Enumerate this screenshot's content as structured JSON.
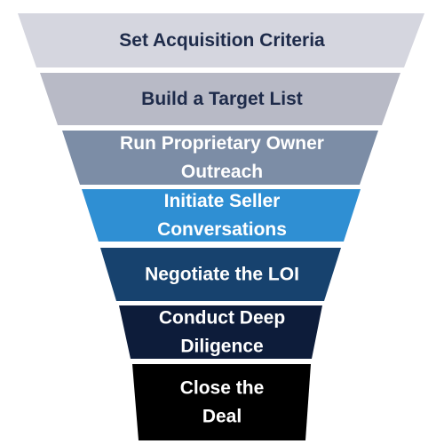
{
  "funnel": {
    "stages": [
      {
        "lines": [
          "Set Acquisition Criteria"
        ],
        "fill": "#d5d6df",
        "text_color": "#1e2b4a"
      },
      {
        "lines": [
          "Build a Target List"
        ],
        "fill": "#b8bac6",
        "text_color": "#1e2b4a"
      },
      {
        "lines": [
          "Run Proprietary Owner",
          "Outreach"
        ],
        "fill": "#7c8da6",
        "text_color": "#ffffff"
      },
      {
        "lines": [
          "Initiate Seller",
          "Conversations"
        ],
        "fill": "#2f8fd3",
        "text_color": "#ffffff"
      },
      {
        "lines": [
          "Negotiate the LOI"
        ],
        "fill": "#17426e",
        "text_color": "#ffffff"
      },
      {
        "lines": [
          "Conduct Deep",
          "Diligence"
        ],
        "fill": "#0d1c3a",
        "text_color": "#ffffff"
      },
      {
        "lines": [
          "Close the",
          "Deal"
        ],
        "fill": "#000000",
        "text_color": "#ffffff"
      }
    ]
  }
}
